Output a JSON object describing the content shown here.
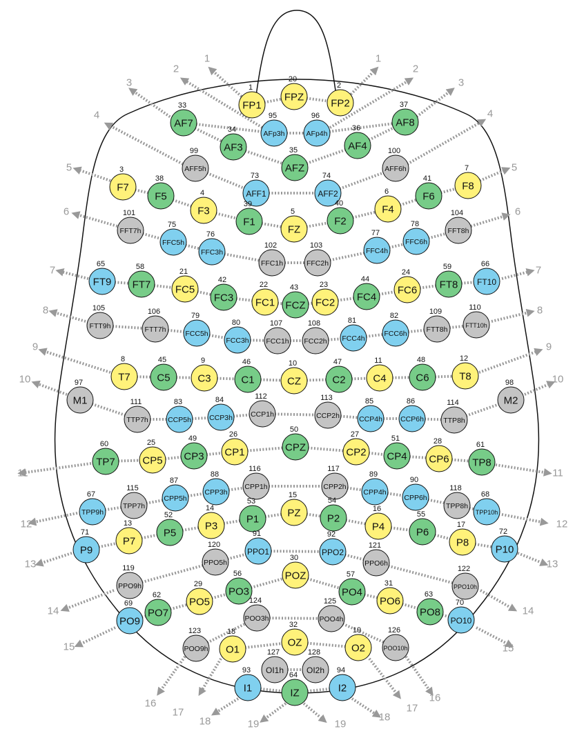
{
  "colors": {
    "yellow": "#fff27a",
    "green": "#77cc88",
    "blue": "#80d0ef",
    "gray": "#c4c4c4",
    "dots": "#999999",
    "outline": "#111111"
  },
  "electrodes": [
    {
      "label": "FP1",
      "num": "1",
      "color": "yellow"
    },
    {
      "label": "FPZ",
      "num": "20",
      "color": "yellow"
    },
    {
      "label": "FP2",
      "num": "2",
      "color": "yellow"
    },
    {
      "label": "AF7",
      "num": "33",
      "color": "green"
    },
    {
      "label": "AFp3h",
      "num": "95",
      "color": "blue"
    },
    {
      "label": "AFp4h",
      "num": "96",
      "color": "blue"
    },
    {
      "label": "AF8",
      "num": "37",
      "color": "green"
    },
    {
      "label": "AF3",
      "num": "34",
      "color": "green"
    },
    {
      "label": "AF4",
      "num": "36",
      "color": "green"
    },
    {
      "label": "AFZ",
      "num": "35",
      "color": "green"
    },
    {
      "label": "AFF5h",
      "num": "99",
      "color": "gray"
    },
    {
      "label": "AFF6h",
      "num": "100",
      "color": "gray"
    },
    {
      "label": "AFF1",
      "num": "73",
      "color": "blue"
    },
    {
      "label": "AFF2",
      "num": "74",
      "color": "blue"
    },
    {
      "label": "F7",
      "num": "3",
      "color": "yellow"
    },
    {
      "label": "F5",
      "num": "38",
      "color": "green"
    },
    {
      "label": "F3",
      "num": "4",
      "color": "yellow"
    },
    {
      "label": "F1",
      "num": "39",
      "color": "green"
    },
    {
      "label": "FZ",
      "num": "5",
      "color": "yellow"
    },
    {
      "label": "F2",
      "num": "40",
      "color": "green"
    },
    {
      "label": "F4",
      "num": "6",
      "color": "yellow"
    },
    {
      "label": "F6",
      "num": "41",
      "color": "green"
    },
    {
      "label": "F8",
      "num": "7",
      "color": "yellow"
    },
    {
      "label": "FFT7h",
      "num": "101",
      "color": "gray"
    },
    {
      "label": "FFC5h",
      "num": "75",
      "color": "blue"
    },
    {
      "label": "FFC3h",
      "num": "76",
      "color": "blue"
    },
    {
      "label": "FFC1h",
      "num": "102",
      "color": "gray"
    },
    {
      "label": "FFC2h",
      "num": "103",
      "color": "gray"
    },
    {
      "label": "FFC4h",
      "num": "77",
      "color": "blue"
    },
    {
      "label": "FFC6h",
      "num": "78",
      "color": "blue"
    },
    {
      "label": "FFT8h",
      "num": "104",
      "color": "gray"
    },
    {
      "label": "FT9",
      "num": "65",
      "color": "blue"
    },
    {
      "label": "FT7",
      "num": "58",
      "color": "green"
    },
    {
      "label": "FC5",
      "num": "21",
      "color": "yellow"
    },
    {
      "label": "FC3",
      "num": "42",
      "color": "green"
    },
    {
      "label": "FC1",
      "num": "22",
      "color": "yellow"
    },
    {
      "label": "FCZ",
      "num": "43",
      "color": "green"
    },
    {
      "label": "FC2",
      "num": "23",
      "color": "yellow"
    },
    {
      "label": "FC4",
      "num": "44",
      "color": "green"
    },
    {
      "label": "FC6",
      "num": "24",
      "color": "yellow"
    },
    {
      "label": "FT8",
      "num": "59",
      "color": "green"
    },
    {
      "label": "FT10",
      "num": "66",
      "color": "blue"
    },
    {
      "label": "FTT9h",
      "num": "105",
      "color": "gray"
    },
    {
      "label": "FTT7h",
      "num": "106",
      "color": "gray"
    },
    {
      "label": "FCC5h",
      "num": "79",
      "color": "blue"
    },
    {
      "label": "FCC3h",
      "num": "80",
      "color": "blue"
    },
    {
      "label": "FCC1h",
      "num": "107",
      "color": "gray"
    },
    {
      "label": "FCC2h",
      "num": "108",
      "color": "gray"
    },
    {
      "label": "FCC4h",
      "num": "81",
      "color": "blue"
    },
    {
      "label": "FCC6h",
      "num": "82",
      "color": "blue"
    },
    {
      "label": "FTT8h",
      "num": "109",
      "color": "gray"
    },
    {
      "label": "FTT10h",
      "num": "110",
      "color": "gray"
    },
    {
      "label": "T7",
      "num": "8",
      "color": "yellow"
    },
    {
      "label": "C5",
      "num": "45",
      "color": "green"
    },
    {
      "label": "C3",
      "num": "9",
      "color": "yellow"
    },
    {
      "label": "C1",
      "num": "46",
      "color": "green"
    },
    {
      "label": "CZ",
      "num": "10",
      "color": "yellow"
    },
    {
      "label": "C2",
      "num": "47",
      "color": "green"
    },
    {
      "label": "C4",
      "num": "11",
      "color": "yellow"
    },
    {
      "label": "C6",
      "num": "48",
      "color": "green"
    },
    {
      "label": "T8",
      "num": "12",
      "color": "yellow"
    },
    {
      "label": "M1",
      "num": "97",
      "color": "gray"
    },
    {
      "label": "M2",
      "num": "98",
      "color": "gray"
    },
    {
      "label": "TTP7h",
      "num": "111",
      "color": "gray"
    },
    {
      "label": "CCP5h",
      "num": "83",
      "color": "blue"
    },
    {
      "label": "CCP3h",
      "num": "84",
      "color": "blue"
    },
    {
      "label": "CCP1h",
      "num": "112",
      "color": "gray"
    },
    {
      "label": "CCP2h",
      "num": "113",
      "color": "gray"
    },
    {
      "label": "CCP4h",
      "num": "85",
      "color": "blue"
    },
    {
      "label": "CCP6h",
      "num": "86",
      "color": "blue"
    },
    {
      "label": "TTP8h",
      "num": "114",
      "color": "gray"
    },
    {
      "label": "TP7",
      "num": "60",
      "color": "green"
    },
    {
      "label": "CP5",
      "num": "25",
      "color": "yellow"
    },
    {
      "label": "CP3",
      "num": "49",
      "color": "green"
    },
    {
      "label": "CP1",
      "num": "26",
      "color": "yellow"
    },
    {
      "label": "CPZ",
      "num": "50",
      "color": "green"
    },
    {
      "label": "CP2",
      "num": "27",
      "color": "yellow"
    },
    {
      "label": "CP4",
      "num": "51",
      "color": "green"
    },
    {
      "label": "CP6",
      "num": "28",
      "color": "yellow"
    },
    {
      "label": "TP8",
      "num": "61",
      "color": "green"
    },
    {
      "label": "TPP9h",
      "num": "67",
      "color": "blue"
    },
    {
      "label": "TPP7h",
      "num": "115",
      "color": "gray"
    },
    {
      "label": "CPP5h",
      "num": "87",
      "color": "blue"
    },
    {
      "label": "CPP3h",
      "num": "88",
      "color": "blue"
    },
    {
      "label": "CPP1h",
      "num": "116",
      "color": "gray"
    },
    {
      "label": "CPP2h",
      "num": "117",
      "color": "gray"
    },
    {
      "label": "CPP4h",
      "num": "89",
      "color": "blue"
    },
    {
      "label": "CPP6h",
      "num": "90",
      "color": "blue"
    },
    {
      "label": "TPP8h",
      "num": "118",
      "color": "gray"
    },
    {
      "label": "TPP10h",
      "num": "68",
      "color": "blue"
    },
    {
      "label": "P9",
      "num": "71",
      "color": "blue"
    },
    {
      "label": "P7",
      "num": "13",
      "color": "yellow"
    },
    {
      "label": "P5",
      "num": "52",
      "color": "green"
    },
    {
      "label": "P3",
      "num": "14",
      "color": "yellow"
    },
    {
      "label": "P1",
      "num": "53",
      "color": "green"
    },
    {
      "label": "PZ",
      "num": "15",
      "color": "yellow"
    },
    {
      "label": "P2",
      "num": "54",
      "color": "green"
    },
    {
      "label": "P4",
      "num": "16",
      "color": "yellow"
    },
    {
      "label": "P6",
      "num": "55",
      "color": "green"
    },
    {
      "label": "P8",
      "num": "17",
      "color": "yellow"
    },
    {
      "label": "P10",
      "num": "72",
      "color": "blue"
    },
    {
      "label": "PPO5h",
      "num": "120",
      "color": "gray"
    },
    {
      "label": "PPO1",
      "num": "91",
      "color": "blue"
    },
    {
      "label": "PPO2",
      "num": "92",
      "color": "blue"
    },
    {
      "label": "PPO6h",
      "num": "121",
      "color": "gray"
    },
    {
      "label": "PPO9h",
      "num": "119",
      "color": "gray"
    },
    {
      "label": "PPO10h",
      "num": "122",
      "color": "gray"
    },
    {
      "label": "POZ",
      "num": "30",
      "color": "yellow"
    },
    {
      "label": "PO3",
      "num": "56",
      "color": "green"
    },
    {
      "label": "PO4",
      "num": "57",
      "color": "green"
    },
    {
      "label": "PO5",
      "num": "29",
      "color": "yellow"
    },
    {
      "label": "PO6",
      "num": "31",
      "color": "yellow"
    },
    {
      "label": "PO7",
      "num": "62",
      "color": "green"
    },
    {
      "label": "PO8",
      "num": "63",
      "color": "green"
    },
    {
      "label": "PO9",
      "num": "69",
      "color": "blue"
    },
    {
      "label": "PO10",
      "num": "70",
      "color": "blue"
    },
    {
      "label": "POO3h",
      "num": "124",
      "color": "gray"
    },
    {
      "label": "POO4h",
      "num": "125",
      "color": "gray"
    },
    {
      "label": "POO9h",
      "num": "123",
      "color": "gray"
    },
    {
      "label": "POO10h",
      "num": "126",
      "color": "gray"
    },
    {
      "label": "O1",
      "num": "18",
      "color": "yellow"
    },
    {
      "label": "OZ",
      "num": "32",
      "color": "yellow"
    },
    {
      "label": "O2",
      "num": "19",
      "color": "yellow"
    },
    {
      "label": "OI1h",
      "num": "127",
      "color": "gray"
    },
    {
      "label": "OI2h",
      "num": "128",
      "color": "gray"
    },
    {
      "label": "I1",
      "num": "93",
      "color": "blue"
    },
    {
      "label": "IZ",
      "num": "64",
      "color": "green"
    },
    {
      "label": "I2",
      "num": "94",
      "color": "blue"
    }
  ],
  "row_numbers": [
    "1",
    "2",
    "3",
    "4",
    "5",
    "6",
    "7",
    "8",
    "9",
    "10",
    "11",
    "12",
    "13",
    "14",
    "15",
    "16",
    "17",
    "18",
    "19"
  ]
}
